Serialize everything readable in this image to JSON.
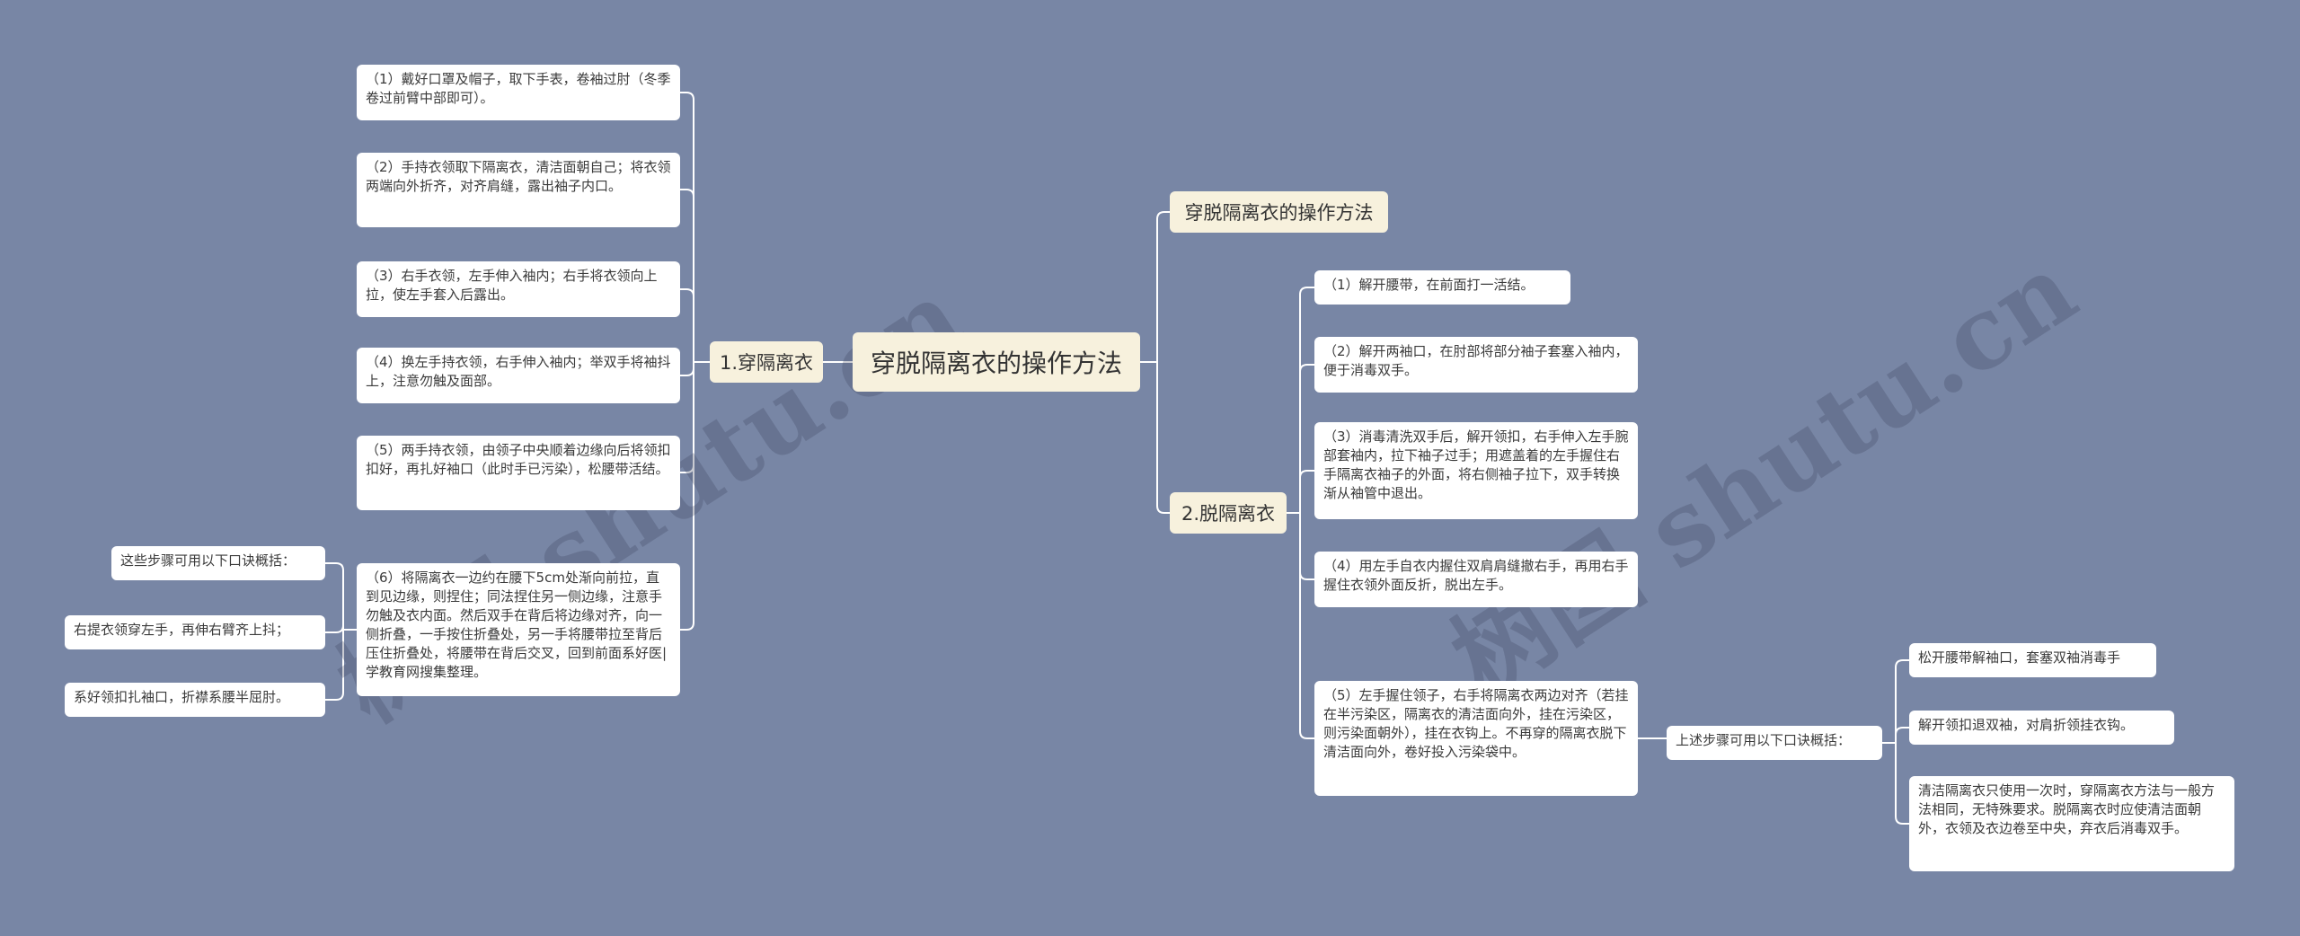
{
  "root": {
    "label": "穿脱隔离衣的操作方法"
  },
  "top_topic": {
    "label": "穿脱隔离衣的操作方法"
  },
  "left_branch": {
    "label": "1.穿隔离衣",
    "items": [
      "（1）戴好口罩及帽子，取下手表，卷袖过肘（冬季卷过前臂中部即可）。",
      "（2）手持衣领取下隔离衣，清洁面朝自己；将衣领两端向外折齐，对齐肩缝，露出袖子内口。",
      "（3）右手衣领，左手伸入袖内；右手将衣领向上拉，使左手套入后露出。",
      "（4）换左手持衣领，右手伸入袖内；举双手将袖抖上，注意勿触及面部。",
      "（5）两手持衣领，由领子中央顺着边缘向后将领扣扣好，再扎好袖口（此时手已污染），松腰带活结。",
      "（6）将隔离衣一边约在腰下5cm处渐向前拉，直到见边缘，则捏住；同法捏住另一侧边缘，注意手勿触及衣内面。然后双手在背后将边缘对齐，向一侧折叠，一手按住折叠处，另一手将腰带拉至背后压住折叠处，将腰带在背后交叉，回到前面系好医|学教育网搜集整理。"
    ],
    "mnemonics": [
      "这些步骤可用以下口诀概括：",
      "右提衣领穿左手，再伸右臂齐上抖；",
      "系好领扣扎袖口，折襟系腰半屈肘。"
    ]
  },
  "right_branch": {
    "label": "2.脱隔离衣",
    "items": [
      "（1）解开腰带，在前面打一活结。",
      "（2）解开两袖口，在肘部将部分袖子套塞入袖内，便于消毒双手。",
      "（3）消毒清洗双手后，解开领扣，右手伸入左手腕部套袖内，拉下袖子过手；用遮盖着的左手握住右手隔离衣袖子的外面，将右侧袖子拉下，双手转换渐从袖管中退出。",
      "（4）用左手自衣内握住双肩肩缝撤右手，再用右手握住衣领外面反折，脱出左手。",
      "（5）左手握住领子，右手将隔离衣两边对齐（若挂在半污染区，隔离衣的清洁面向外，挂在污染区，则污染面朝外），挂在衣钩上。不再穿的隔离衣脱下清洁面向外，卷好投入污染袋中。"
    ],
    "mnemonic_label": "上述步骤可用以下口诀概括：",
    "mnemonics": [
      "松开腰带解袖口，套塞双袖消毒手",
      "解开领扣退双袖，对肩折领挂衣钩。",
      "清洁隔离衣只使用一次时，穿隔离衣方法与一般方法相同，无特殊要求。脱隔离衣时应使清洁面朝外，衣领及衣边卷至中央，弃衣后消毒双手。"
    ]
  },
  "watermarks": [
    "树图 shutu.cn",
    "树图 shutu.cn"
  ],
  "colors": {
    "background": "#7886a5",
    "node": "#ffffff",
    "topic": "#f7f1dd",
    "line": "#ffffff"
  }
}
